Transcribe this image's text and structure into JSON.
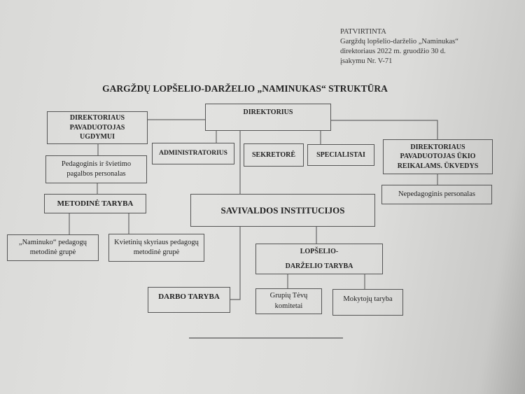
{
  "approval": {
    "line1": "PATVIRTINTA",
    "line2": "Gargždų lopšelio-darželio „Naminukas“",
    "line3": "direktoriaus 2022 m. gruodžio 30 d.",
    "line4": "įsakymu Nr. V-71"
  },
  "title": "GARGŽDŲ LOPŠELIO-DARŽELIO „NAMINUKAS“ STRUKTŪRA",
  "nodes": {
    "director": "DIREKTORIUS",
    "deputy_education": "DIREKTORIAUS PAVADUOTOJAS UGDYMUI",
    "administrator": "ADMINISTRATORIUS",
    "secretary": "SEKRETORĖ",
    "specialists": "SPECIALISTAI",
    "deputy_economy": "DIREKTORIAUS PAVADUOTOJAS ŪKIO REIKALAMS. ŪKVEDYS",
    "non_pedagogical": "Nepedagoginis personalas",
    "pedagogical": "Pedagoginis ir švietimo pagalbos personalas",
    "methodical_council": "METODINĖ TARYBA",
    "naminukas_group": "„Naminuko“ pedagogų metodinė grupė",
    "kvietiniai_group": "Kvietinių skyriaus pedagogų metodinė grupė",
    "self_government": "SAVIVALDOS INSTITUCIJOS",
    "kindergarten_council": "LOPŠELIO-DARŽELIO TARYBA",
    "work_council": "DARBO TARYBA",
    "parent_committees": "Grupių Tėvų komitetai",
    "teachers_council": "Mokytojų taryba"
  }
}
